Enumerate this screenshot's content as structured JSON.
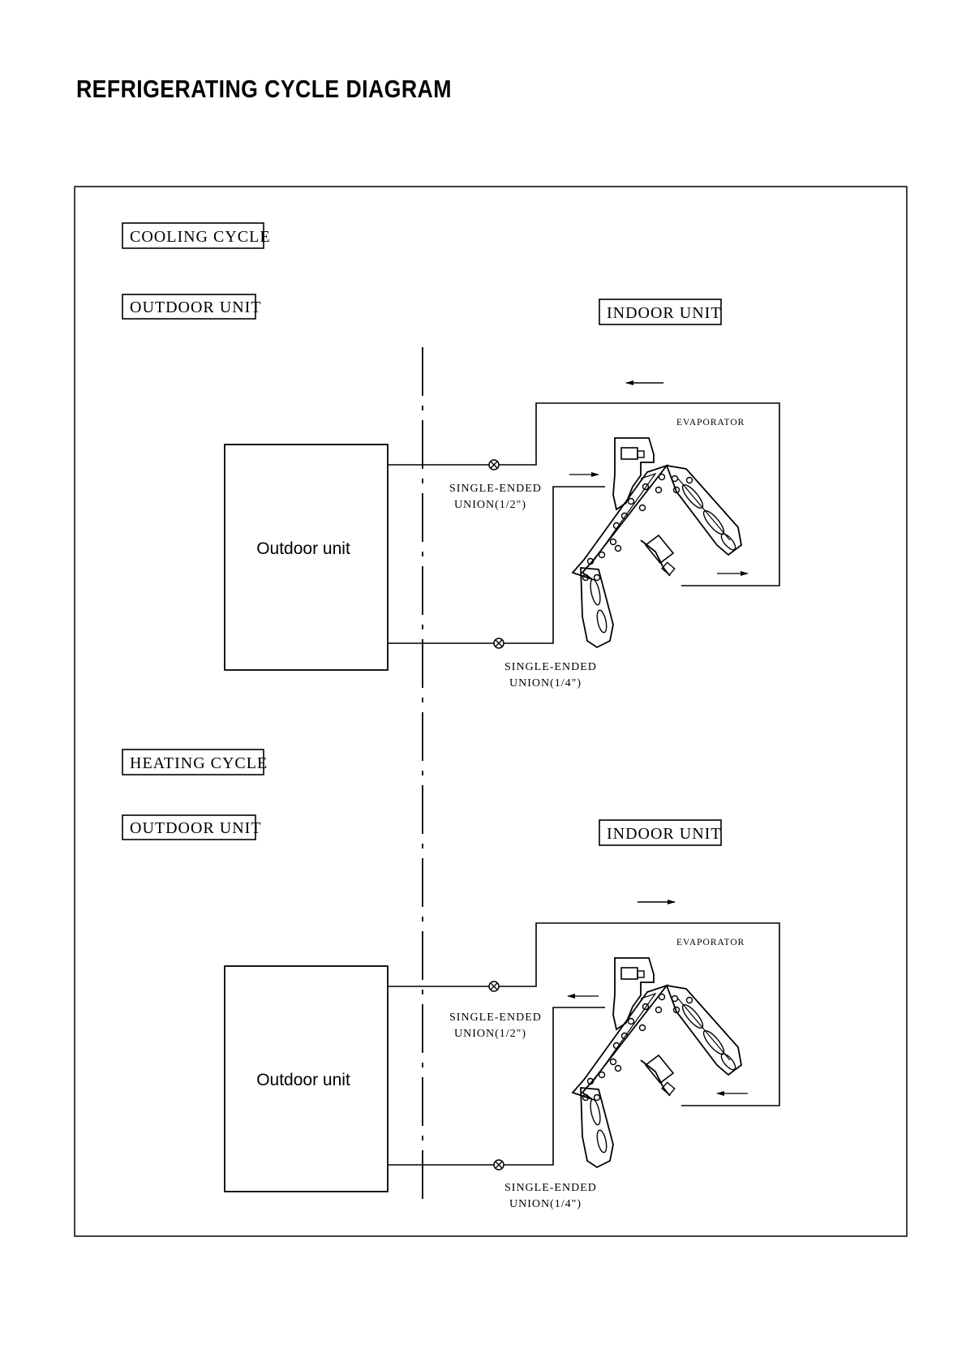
{
  "title": "REFRIGERATING CYCLE DIAGRAM",
  "cooling": {
    "cycle_label": "COOLING CYCLE",
    "outdoor_label": "OUTDOOR UNIT",
    "indoor_label": "INDOOR UNIT",
    "outdoor_box_text": "Outdoor unit",
    "evaporator_label": "EVAPORATOR",
    "union_top_line1": "SINGLE-ENDED",
    "union_top_line2": "UNION(1/2\")",
    "union_bottom_line1": "SINGLE-ENDED",
    "union_bottom_line2": "UNION(1/4\")"
  },
  "heating": {
    "cycle_label": "HEATING CYCLE",
    "outdoor_label": "OUTDOOR UNIT",
    "indoor_label": "INDOOR UNIT",
    "outdoor_box_text": "Outdoor unit",
    "evaporator_label": "EVAPORATOR",
    "union_top_line1": "SINGLE-ENDED",
    "union_top_line2": "UNION(1/2\")",
    "union_bottom_line1": "SINGLE-ENDED",
    "union_bottom_line2": "UNION(1/4\")"
  }
}
